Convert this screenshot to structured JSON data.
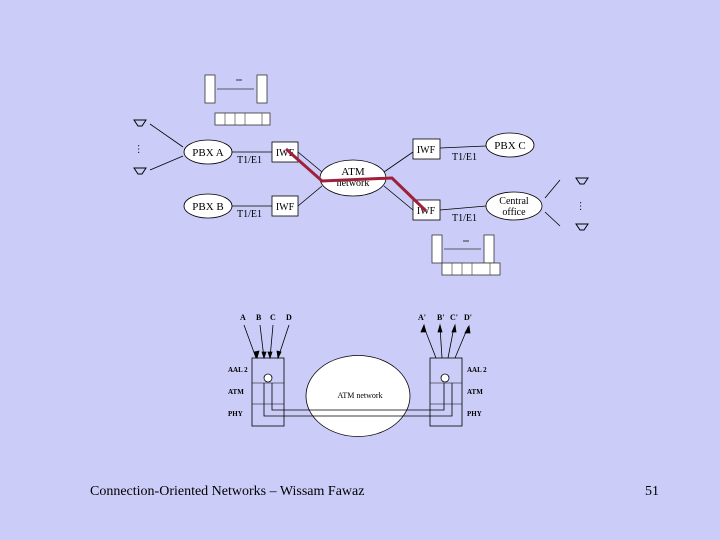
{
  "footer": {
    "caption": "Connection-Oriented Networks – Wissam Fawaz",
    "page_number": "51"
  },
  "top_diagram": {
    "nodes": {
      "pbx_a": "PBX A",
      "pbx_b": "PBX B",
      "pbx_c": "PBX C",
      "central_office": [
        "Central",
        "office"
      ],
      "iwf": "IWF",
      "atm_network": [
        "ATM",
        "network"
      ]
    },
    "link_label": "T1/E1",
    "ellipsis": "…"
  },
  "bottom_diagram": {
    "left_channels": [
      "A",
      "B",
      "C",
      "D"
    ],
    "right_channels": [
      "A'",
      "B'",
      "C'",
      "D'"
    ],
    "layers": [
      "AAL 2",
      "ATM",
      "PHY"
    ],
    "network_label": "ATM network"
  },
  "colors": {
    "background": "#ccccf8",
    "connection_path": "#a0203a",
    "node_fill": "#ffffff",
    "stroke": "#000000"
  }
}
